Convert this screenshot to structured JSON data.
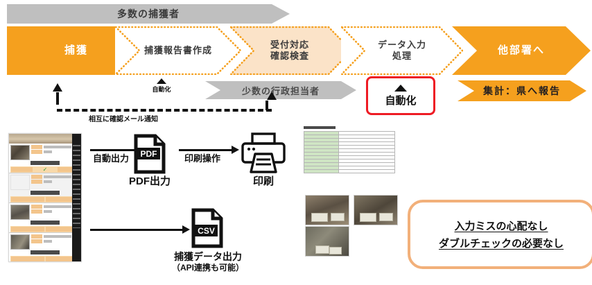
{
  "top_banner": {
    "label": "多数の捕獲者"
  },
  "process_steps": [
    {
      "label": "捕獲",
      "style": "solid"
    },
    {
      "label": "捕獲報告書作成",
      "style": "dotted-white"
    },
    {
      "label": "受付対応\n確認検査",
      "line1": "受付対応",
      "line2": "確認検査",
      "style": "dotted-peach"
    },
    {
      "label": "データ入力\n処理",
      "line1": "データ入力",
      "line2": "処理",
      "style": "dotted-white"
    },
    {
      "label": "他部署へ",
      "style": "solid"
    }
  ],
  "automation_markers": [
    {
      "label": "自動化",
      "highlighted": false
    },
    {
      "label": "自動化",
      "highlighted": true
    }
  ],
  "staff_banner": {
    "label": "少数の行政担当者"
  },
  "report_banner": {
    "label": "集計：県へ報告"
  },
  "feedback": {
    "label": "相互に確認メール通知"
  },
  "flows": [
    {
      "label": "自動出力"
    },
    {
      "label": "印刷操作"
    }
  ],
  "outputs": [
    {
      "icon": "pdf-file-icon",
      "badge": "PDF",
      "caption": "PDF出力"
    },
    {
      "icon": "printer-icon",
      "badge": "",
      "caption": "印刷"
    },
    {
      "icon": "csv-file-icon",
      "badge": "CSV",
      "caption_line1": "捕獲データ出力",
      "caption_line2": "（API連携も可能）"
    }
  ],
  "callout": {
    "line1": "入力ミスの心配なし",
    "line2": "ダブルチェックの必要なし"
  },
  "colors": {
    "orange": "#F5A01E",
    "orange_dot": "#F5A01E",
    "peach_fill": "#FBE3C8",
    "gray": "#BFBFBF",
    "red": "#EE1B24",
    "callout_border": "#F2B07A",
    "doc_label": "#CFE5C4"
  },
  "app_preview": {
    "name": "capture-report-app-list",
    "cards": [
      {
        "state": "checked"
      },
      {
        "state": "empty"
      },
      {
        "state": "filled"
      },
      {
        "state": "filled"
      },
      {
        "state": "filled"
      }
    ]
  },
  "document_preview": {
    "name": "capture-report-document",
    "rows": 12,
    "photos": 3
  }
}
